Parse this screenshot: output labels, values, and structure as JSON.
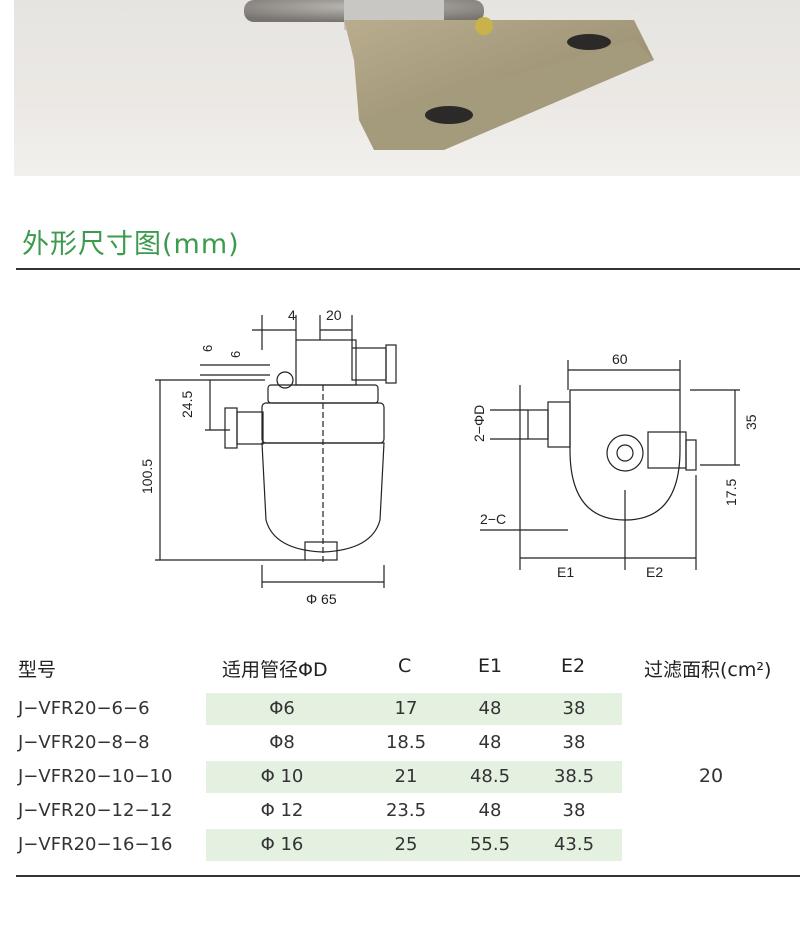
{
  "title": "外形尺寸图(mm)",
  "drawing": {
    "front": {
      "dim_4": "4",
      "dim_20": "20",
      "dim_6a": "6",
      "dim_6b": "6",
      "dim_24_5": "24.5",
      "dim_100_5": "100.5",
      "dim_phi65": "Φ 65"
    },
    "side": {
      "dim_60": "60",
      "dim_2phiD": "2−ΦD",
      "dim_35": "35",
      "dim_17_5": "17.5",
      "dim_2C": "2−C",
      "dim_E1": "E1",
      "dim_E2": "E2"
    }
  },
  "table": {
    "headers": {
      "model": "型号",
      "pipe": "适用管径ΦD",
      "c": "C",
      "e1": "E1",
      "e2": "E2",
      "area": "过滤面积(cm²)"
    },
    "rows": [
      {
        "model": "J−VFR20−6−6",
        "pipe": "Φ6",
        "c": "17",
        "e1": "48",
        "e2": "38"
      },
      {
        "model": "J−VFR20−8−8",
        "pipe": "Φ8",
        "c": "18.5",
        "e1": "48",
        "e2": "38"
      },
      {
        "model": "J−VFR20−10−10",
        "pipe": "Φ 10",
        "c": "21",
        "e1": "48.5",
        "e2": "38.5"
      },
      {
        "model": "J−VFR20−12−12",
        "pipe": "Φ 12",
        "c": "23.5",
        "e1": "48",
        "e2": "38"
      },
      {
        "model": "J−VFR20−16−16",
        "pipe": "Φ 16",
        "c": "25",
        "e1": "55.5",
        "e2": "43.5"
      }
    ],
    "area_value": "20"
  }
}
